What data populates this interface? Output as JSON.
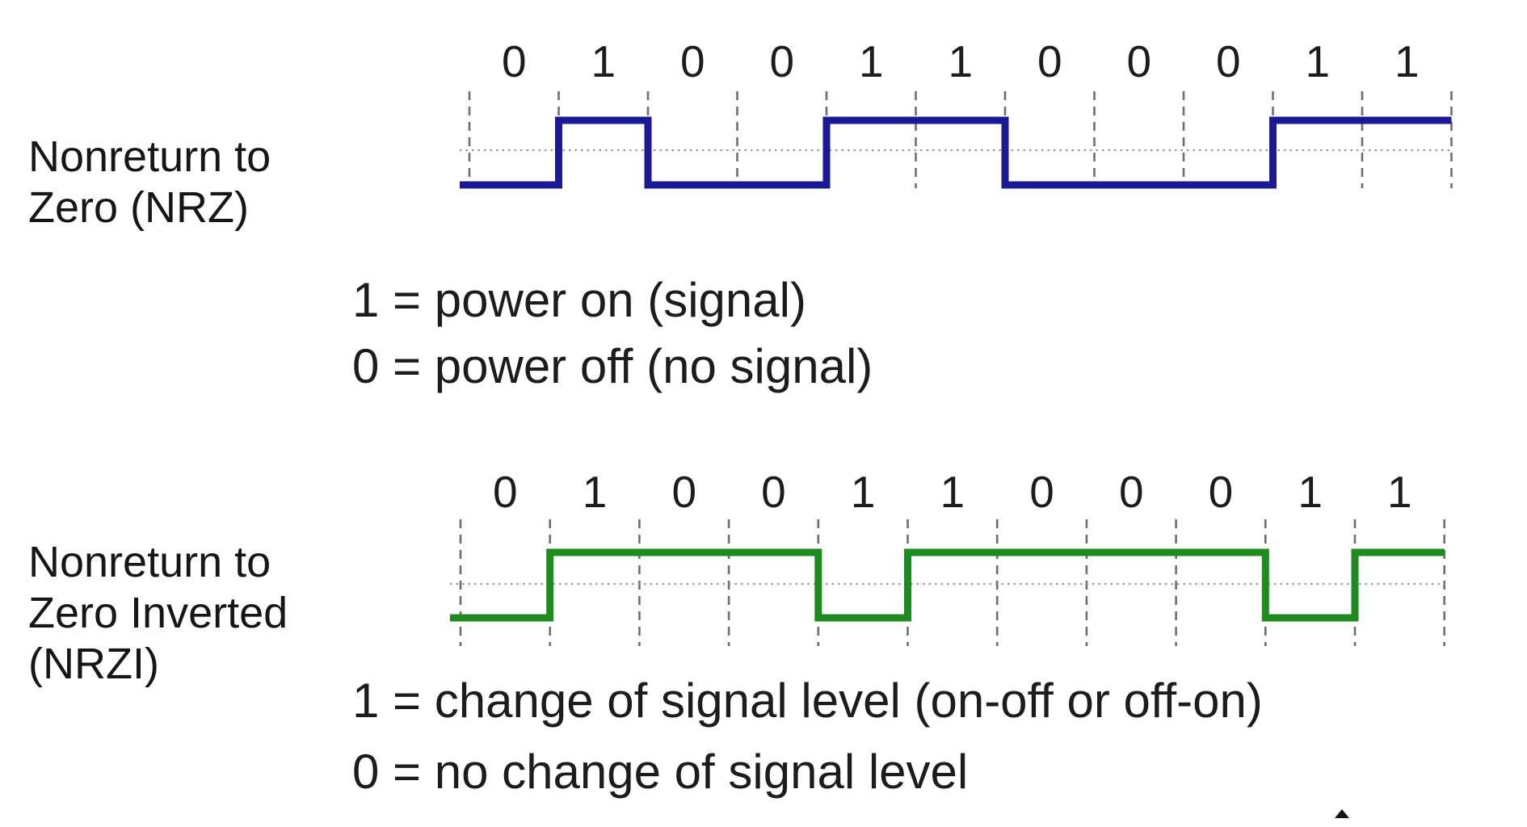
{
  "background_color": "#ffffff",
  "diagram": {
    "grid_dash_color": "#6e6e6e",
    "grid_dot_color": "#9a9a9a",
    "bit_label_color": "#1c1c1c"
  },
  "nrz": {
    "label_lines": [
      "Nonreturn to",
      "Zero (NRZ)"
    ],
    "bits": [
      "0",
      "1",
      "0",
      "0",
      "1",
      "1",
      "0",
      "0",
      "0",
      "1",
      "1"
    ],
    "encoding": "level",
    "start_level": "low",
    "color": "#1a1a96",
    "legend_lines": [
      "1 = power on (signal)",
      "0 = power off (no signal)"
    ]
  },
  "nrzi": {
    "label_lines": [
      "Nonreturn to",
      "Zero Inverted",
      "(NRZI)"
    ],
    "bits": [
      "0",
      "1",
      "0",
      "0",
      "1",
      "1",
      "0",
      "0",
      "0",
      "1",
      "1"
    ],
    "encoding": "transition-on-1",
    "start_level": "low",
    "color": "#1e8b1e",
    "legend_lines": [
      "1 = change of signal level (on-off or off-on)",
      "0 = no change of signal level"
    ]
  }
}
